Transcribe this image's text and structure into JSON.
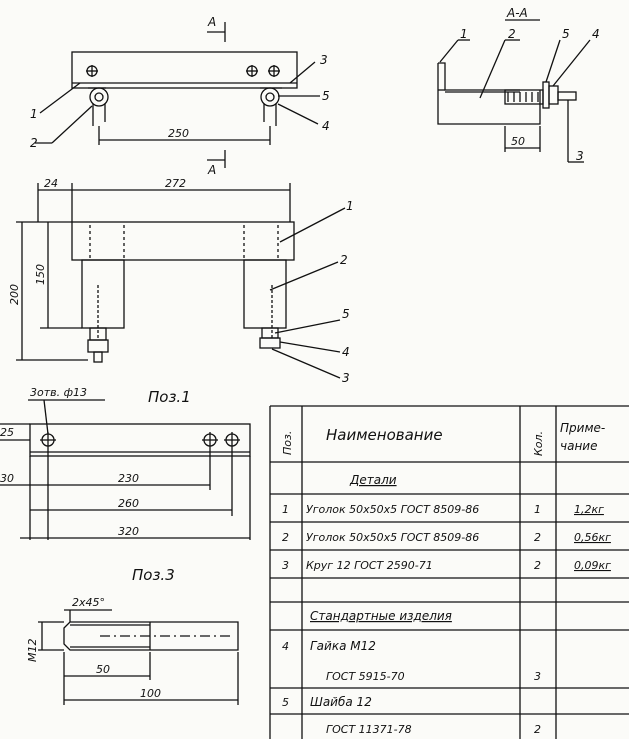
{
  "views": {
    "top_view": {
      "section_mark": "А",
      "section_mark_bottom": "А",
      "callouts": [
        "1",
        "2",
        "3",
        "5",
        "4"
      ],
      "dim_250": "250"
    },
    "section_aa": {
      "title": "А-А",
      "callouts": [
        "1",
        "2",
        "5",
        "4",
        "3"
      ],
      "dim_50": "50"
    },
    "front_view": {
      "dim_24": "24",
      "dim_272": "272",
      "dim_150": "150",
      "dim_200": "200",
      "callouts": [
        "1",
        "2",
        "5",
        "4",
        "3"
      ]
    },
    "pos1": {
      "title": "Поз.1",
      "holes_label": "3отв. ф13",
      "dim_25": "25",
      "dim_30": "30",
      "dim_230": "230",
      "dim_260": "260",
      "dim_320": "320"
    },
    "pos3": {
      "title": "Поз.3",
      "chamfer": "2х45°",
      "thread": "M12",
      "dim_50": "50",
      "dim_100": "100"
    }
  },
  "table": {
    "headers": {
      "pos": "Поз.",
      "name": "Наименование",
      "qty": "Кол.",
      "note_line1": "Приме-",
      "note_line2": "чание"
    },
    "section_details": "Детали",
    "rows": [
      {
        "pos": "1",
        "name": "Уголок 50х50х5 ГОСТ 8509-86",
        "qty": "1",
        "note": "1,2кг"
      },
      {
        "pos": "2",
        "name": "Уголок 50х50х5 ГОСТ 8509-86",
        "qty": "2",
        "note": "0,56кг"
      },
      {
        "pos": "3",
        "name": "Круг 12 ГОСТ 2590-71",
        "qty": "2",
        "note": "0,09кг"
      }
    ],
    "section_standard": "Стандартные изделия",
    "std_rows": [
      {
        "pos": "4",
        "name": "Гайка  М12",
        "std": "ГОСТ 5915-70",
        "qty": "3"
      },
      {
        "pos": "5",
        "name": "Шайба  12",
        "std": "ГОСТ 11371-78",
        "qty": "2"
      }
    ]
  }
}
